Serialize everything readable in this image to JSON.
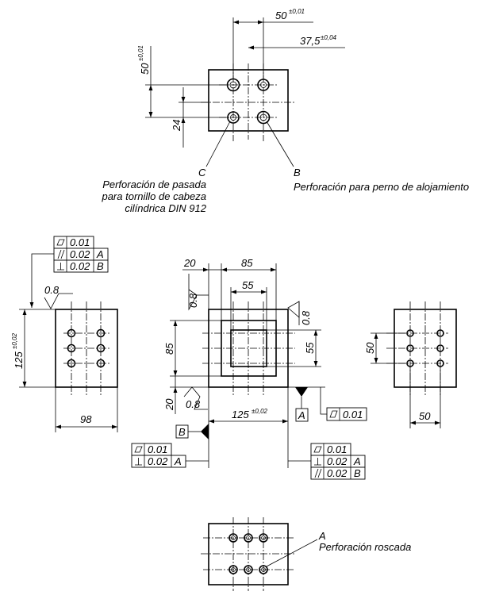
{
  "top_view": {
    "dim_hole_spacing": "50",
    "dim_hole_spacing_tol": "±0,01",
    "dim_offset": "37,5",
    "dim_offset_tol": "±0,04",
    "dim_vertical": "50",
    "dim_vertical_tol": "±0,01",
    "dim_24": "24",
    "label_c": "C",
    "label_b": "B",
    "note_c_line1": "Perforación de pasada",
    "note_c_line2": "para tornillo de cabeza",
    "note_c_line3": "cilíndrica DIN 912",
    "note_b": "Perforación para perno de alojamiento"
  },
  "left_view": {
    "fcf_flatness": "0.01",
    "fcf_parallel": "0.02",
    "fcf_parallel_datum": "A",
    "fcf_perp": "0.02",
    "fcf_perp_datum": "B",
    "roughness": "0.8",
    "dim_height": "125",
    "dim_height_tol": "±0,02",
    "dim_width": "98"
  },
  "center_view": {
    "dim_20_top": "20",
    "dim_85_top": "85",
    "dim_55_top": "55",
    "roughness_left": "0.8",
    "roughness_right": "0.8",
    "roughness_bottom": "0.8",
    "dim_85_left": "85",
    "dim_55_right": "55",
    "dim_20_left": "20",
    "dim_125": "125",
    "dim_125_tol": "±0,02",
    "datum_a": "A",
    "datum_b": "B",
    "fcf_flatness_right": "0.01",
    "fcf_left_flatness": "0.01",
    "fcf_left_perp": "0.02",
    "fcf_left_perp_datum": "A",
    "fcf_br_flatness": "0.01",
    "fcf_br_perp": "0.02",
    "fcf_br_perp_datum": "A",
    "fcf_br_parallel": "0.02",
    "fcf_br_parallel_datum": "B"
  },
  "right_view": {
    "dim_50_vertical": "50",
    "dim_50_horizontal": "50"
  },
  "bottom_view": {
    "label_a": "A",
    "note_a": "Perforación roscada"
  }
}
